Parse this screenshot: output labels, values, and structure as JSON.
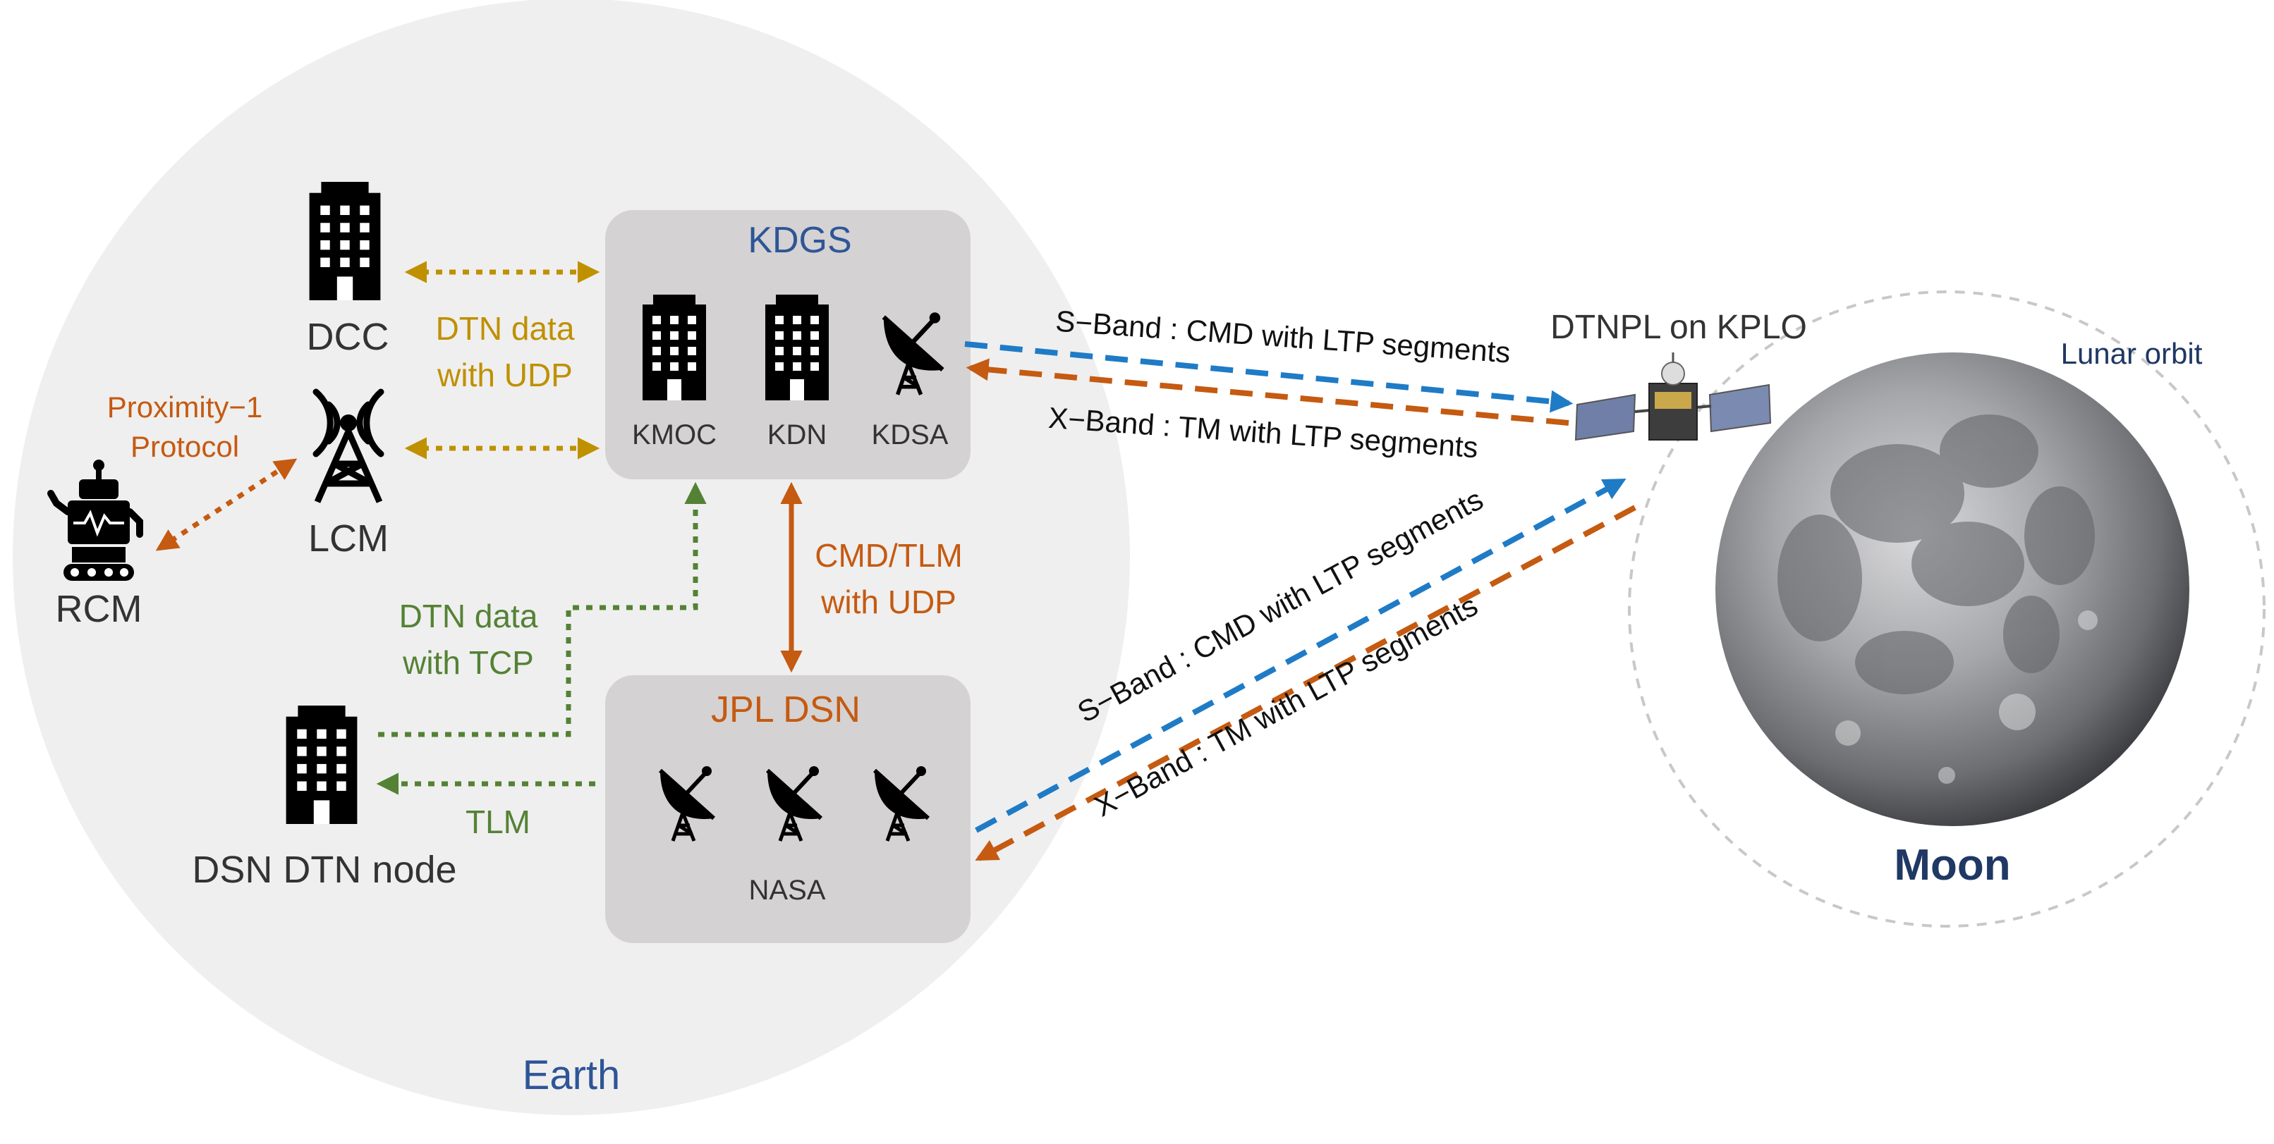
{
  "earth": {
    "label": "Earth"
  },
  "kdgs": {
    "title": "KDGS",
    "nodes": [
      "KMOC",
      "KDN",
      "KDSA"
    ]
  },
  "jpl_dsn": {
    "title": "JPL DSN",
    "subtitle": "NASA"
  },
  "nodes": {
    "dcc": "DCC",
    "lcm": "LCM",
    "rcm": "RCM",
    "dsn_dtn": "DSN DTN node"
  },
  "links": {
    "dtn_udp": [
      "DTN data",
      "with UDP"
    ],
    "proximity": [
      "Proximity−1",
      "Protocol"
    ],
    "dtn_tcp": [
      "DTN data",
      "with TCP"
    ],
    "cmd_tlm": [
      "CMD/TLM",
      "with UDP"
    ],
    "tlm": "TLM",
    "kdsa_s_band": "S−Band : CMD with LTP segments",
    "kdsa_x_band": "X−Band : TM with LTP segments",
    "dsn_s_band": "S−Band : CMD with LTP segments",
    "dsn_x_band": "X−Band : TM with LTP segments"
  },
  "spacecraft": {
    "label": "DTNPL on KPLO"
  },
  "moon": {
    "label": "Moon",
    "orbit_label": "Lunar orbit"
  },
  "colors": {
    "earth_fill": "#efefef",
    "box_fill": "#d4d2d2",
    "blue_title": "#2e5597",
    "orange": "#c55a11",
    "gold": "#bf9000",
    "green": "#548235",
    "s_band": "#1f7bc6",
    "x_band": "#c55a11",
    "navy": "#1f3864",
    "text": "#333333"
  }
}
